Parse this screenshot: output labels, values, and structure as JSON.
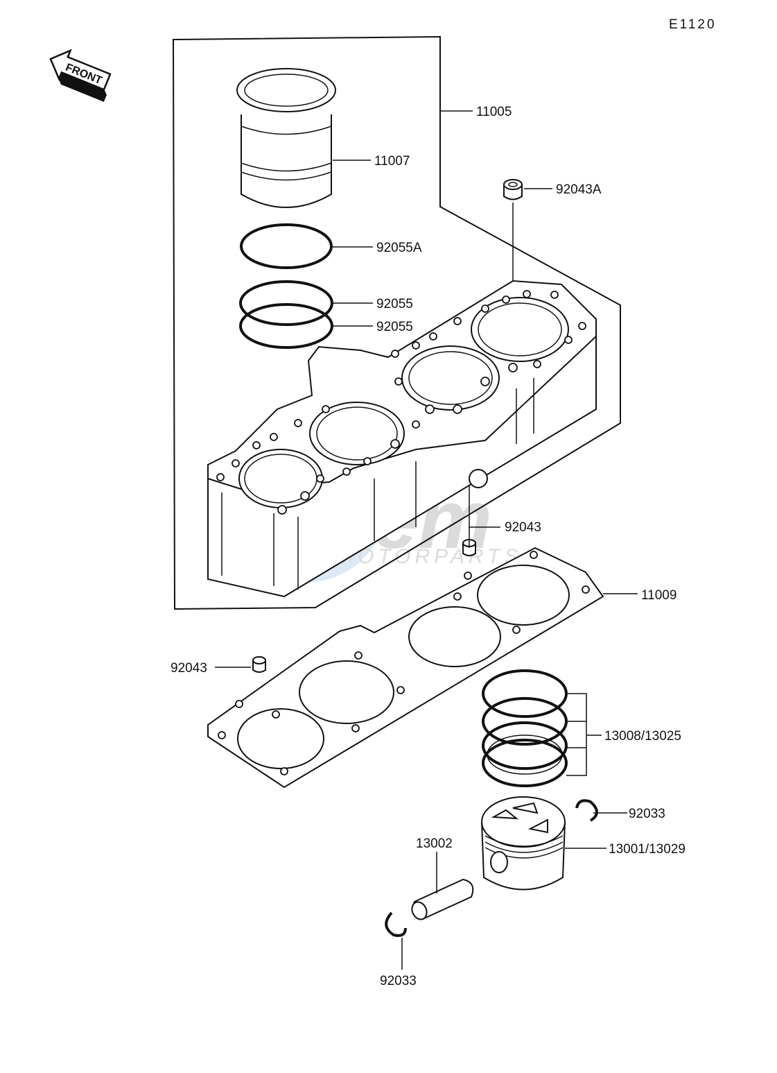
{
  "diagram": {
    "page_code": "E1120",
    "front_label": "FRONT",
    "watermark": {
      "brand": "Cem",
      "sub": "MOTORPARTS"
    },
    "parts": {
      "cylinder_block": "11005",
      "cylinder_liner": "11007",
      "knock_pin_a": "92043A",
      "o_ring_a": "92055A",
      "o_ring_1": "92055",
      "o_ring_2": "92055",
      "knock_pin_right": "92043",
      "base_gasket": "11009",
      "knock_pin_left": "92043",
      "piston_ring_set": "13008/13025",
      "circlip_right": "92033",
      "piston": "13001/13029",
      "piston_pin": "13002",
      "circlip_bottom": "92033"
    }
  }
}
